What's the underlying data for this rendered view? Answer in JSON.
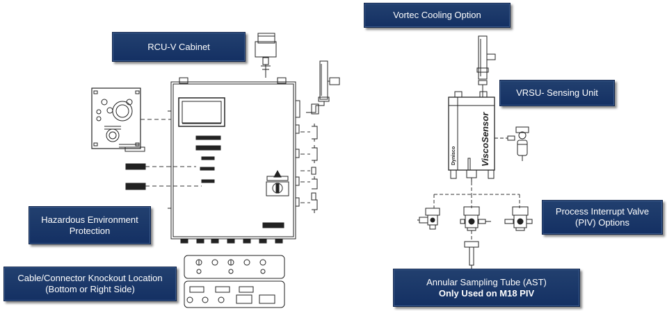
{
  "labels": {
    "rcu_cabinet": "RCU-V Cabinet",
    "vortec_cooling": "Vortec Cooling Option",
    "vrsu_sensing": "VRSU- Sensing Unit",
    "hazardous_line1": "Hazardous Environment",
    "hazardous_line2": "Protection",
    "piv_line1": "Process Interrupt Valve",
    "piv_line2": "(PIV) Options",
    "knockout_line1": "Cable/Connector Knockout Location",
    "knockout_line2": "(Bottom or Right Side)",
    "ast_line1": "Annular Sampling Tube (AST)",
    "ast_line2": "Only Used on M18 PIV"
  },
  "device_text": {
    "sensor_brand": "ViscoSensor",
    "company_mark": "Dynisco"
  }
}
